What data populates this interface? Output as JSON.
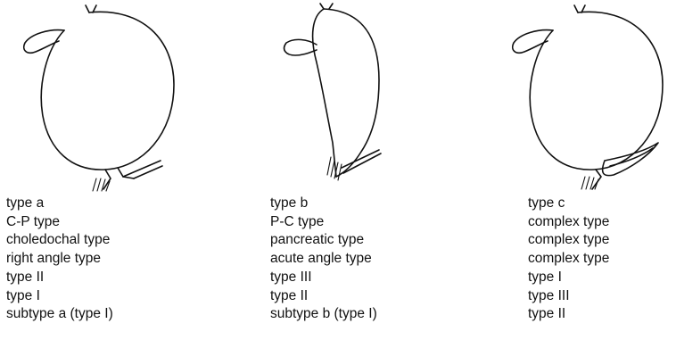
{
  "figures": [
    {
      "id": "a",
      "labels": [
        "type a",
        "C-P type",
        "choledochal type",
        "right angle type",
        "type II",
        "type I",
        "subtype a (type I)"
      ]
    },
    {
      "id": "b",
      "labels": [
        "type b",
        "P-C type",
        "pancreatic type",
        "acute angle type",
        "type III",
        "type II",
        "subtype b (type I)"
      ]
    },
    {
      "id": "c",
      "labels": [
        "type c",
        "complex type",
        "complex type",
        "complex type",
        "type I",
        "type III",
        "type II"
      ]
    }
  ]
}
